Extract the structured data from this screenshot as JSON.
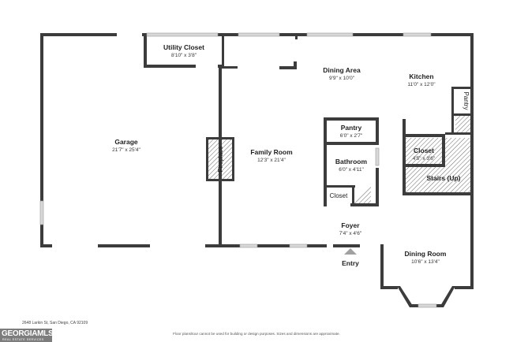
{
  "rooms": {
    "utility_closet": {
      "name": "Utility Closet",
      "dim": "8'10\" x 3'8\""
    },
    "dining_area": {
      "name": "Dining Area",
      "dim": "9'9\" x 10'0\""
    },
    "kitchen": {
      "name": "Kitchen",
      "dim": "11'0\" x 12'0\""
    },
    "pantry_right": {
      "name": "Pantry"
    },
    "garage": {
      "name": "Garage",
      "dim": "21'7\" x 25'4\""
    },
    "fireplace": {
      "name": "Fireplace"
    },
    "family_room": {
      "name": "Family Room",
      "dim": "12'3\" x 21'4\""
    },
    "pantry": {
      "name": "Pantry",
      "dim": "6'0\" x 2'7\""
    },
    "bathroom": {
      "name": "Bathroom",
      "dim": "6'0\" x 4'11\""
    },
    "closet_small": {
      "name": "Closet"
    },
    "closet_right": {
      "name": "Closet",
      "dim": "4'5\" x 3'6\""
    },
    "stairs": {
      "name": "Stairs (Up)"
    },
    "foyer": {
      "name": "Foyer",
      "dim": "7'4\" x 4'6\""
    },
    "entry": {
      "name": "Entry"
    },
    "dining_room": {
      "name": "Dining Room",
      "dim": "10'6\" x 13'4\""
    }
  },
  "footer": {
    "address": "2648 Larkin St, San Diego, CA 92109",
    "disclaimer": "Floor plans/tour cannot be used for building or design purposes. Sizes and dimensions are approximate.",
    "logo_brand": "GEORGIAMLS",
    "logo_sub": "REAL ESTATE SERVICES"
  },
  "colors": {
    "wall": "#3c3c3c",
    "hatch": "#6a6a6a",
    "logo_bg": "#7d7d7d"
  }
}
